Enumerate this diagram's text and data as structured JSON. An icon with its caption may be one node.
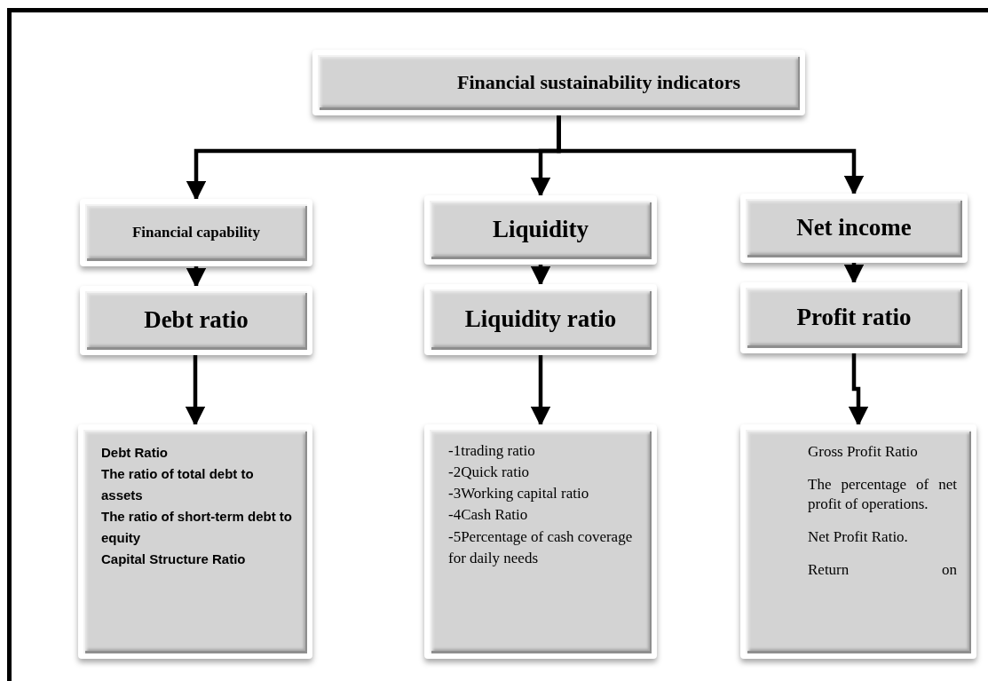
{
  "diagram": {
    "nodes": [
      {
        "text": [
          "Financial sustainability indicators"
        ]
      },
      {
        "text": [
          "Financial capability"
        ]
      },
      {
        "text": [
          "Liquidity"
        ]
      },
      {
        "text": [
          "Net income"
        ]
      },
      {
        "text": [
          "Debt ratio"
        ]
      },
      {
        "text": [
          "Liquidity ratio"
        ]
      },
      {
        "text": [
          "Profit ratio"
        ]
      },
      {
        "text": [
          "Debt Ratio",
          "The ratio of total debt to assets",
          "The ratio of short-term debt to equity",
          "Capital Structure Ratio"
        ]
      },
      {
        "text": [
          "-1trading ratio",
          "-2Quick ratio",
          "-3Working capital ratio",
          "-4Cash Ratio",
          "-5Percentage of cash coverage for daily needs"
        ]
      },
      {
        "text": [
          "Gross Profit Ratio",
          "The percentage of net profit of operations.",
          "Net Profit Ratio.",
          "Return on"
        ]
      }
    ],
    "edges": [
      {
        "from": 0,
        "to": 1,
        "arrow": "to"
      },
      {
        "from": 0,
        "to": 2,
        "arrow": "to"
      },
      {
        "from": 0,
        "to": 3,
        "arrow": "to"
      },
      {
        "from": 1,
        "to": 4,
        "arrow": "to"
      },
      {
        "from": 2,
        "to": 5,
        "arrow": "to"
      },
      {
        "from": 3,
        "to": 6,
        "arrow": "to"
      },
      {
        "from": 4,
        "to": 7,
        "arrow": "to"
      },
      {
        "from": 5,
        "to": 8,
        "arrow": "to"
      },
      {
        "from": 6,
        "to": 9,
        "arrow": "to"
      }
    ]
  }
}
